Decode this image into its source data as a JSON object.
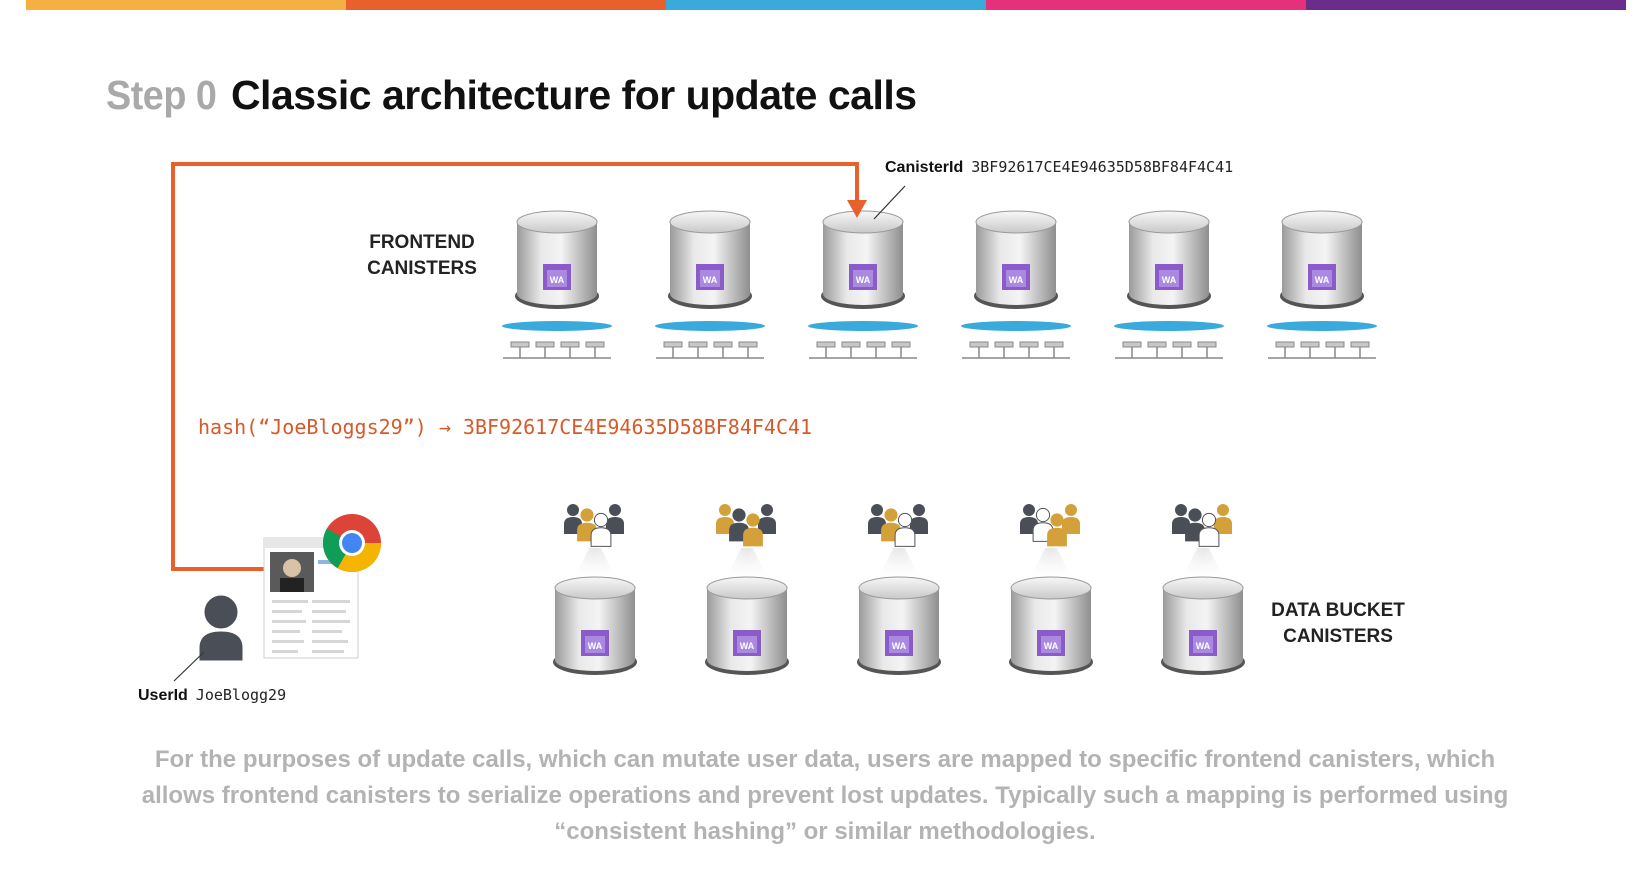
{
  "colors": {
    "topbar": [
      "#f5b042",
      "#e8612c",
      "#3aa9dc",
      "#e5317a",
      "#6b2d8c"
    ],
    "accent": "#e8612c",
    "canister_badge": "#8b5cc9",
    "network": "#3aa9dc"
  },
  "title": {
    "step": "Step 0",
    "main": "Classic architecture for update calls"
  },
  "frontend": {
    "label_line1": "FRONTEND",
    "label_line2": "CANISTERS",
    "canister_count": 6,
    "badge": "WA",
    "canister_id_key": "CanisterId",
    "canister_id_value": "3BF92617CE4E94635D58BF84F4C41",
    "target_index": 2
  },
  "hash_text": "hash(“JoeBloggs29”) → 3BF92617CE4E94635D58BF84F4C41",
  "user": {
    "id_key": "UserId",
    "id_value": "JoeBlogg29",
    "icons": [
      "person-icon",
      "browser-window-icon",
      "chrome-icon"
    ]
  },
  "bucket": {
    "label_line1": "DATA BUCKET",
    "label_line2": "CANISTERS",
    "canister_count": 5,
    "badge": "WA",
    "icons": [
      "user-group-icon",
      "database-icon"
    ]
  },
  "caption": "For the purposes of update calls, which can mutate user data, users are mapped to specific frontend canisters, which allows frontend canisters to serialize operations and prevent lost updates.  Typically such a mapping is performed using “consistent hashing” or similar methodologies."
}
